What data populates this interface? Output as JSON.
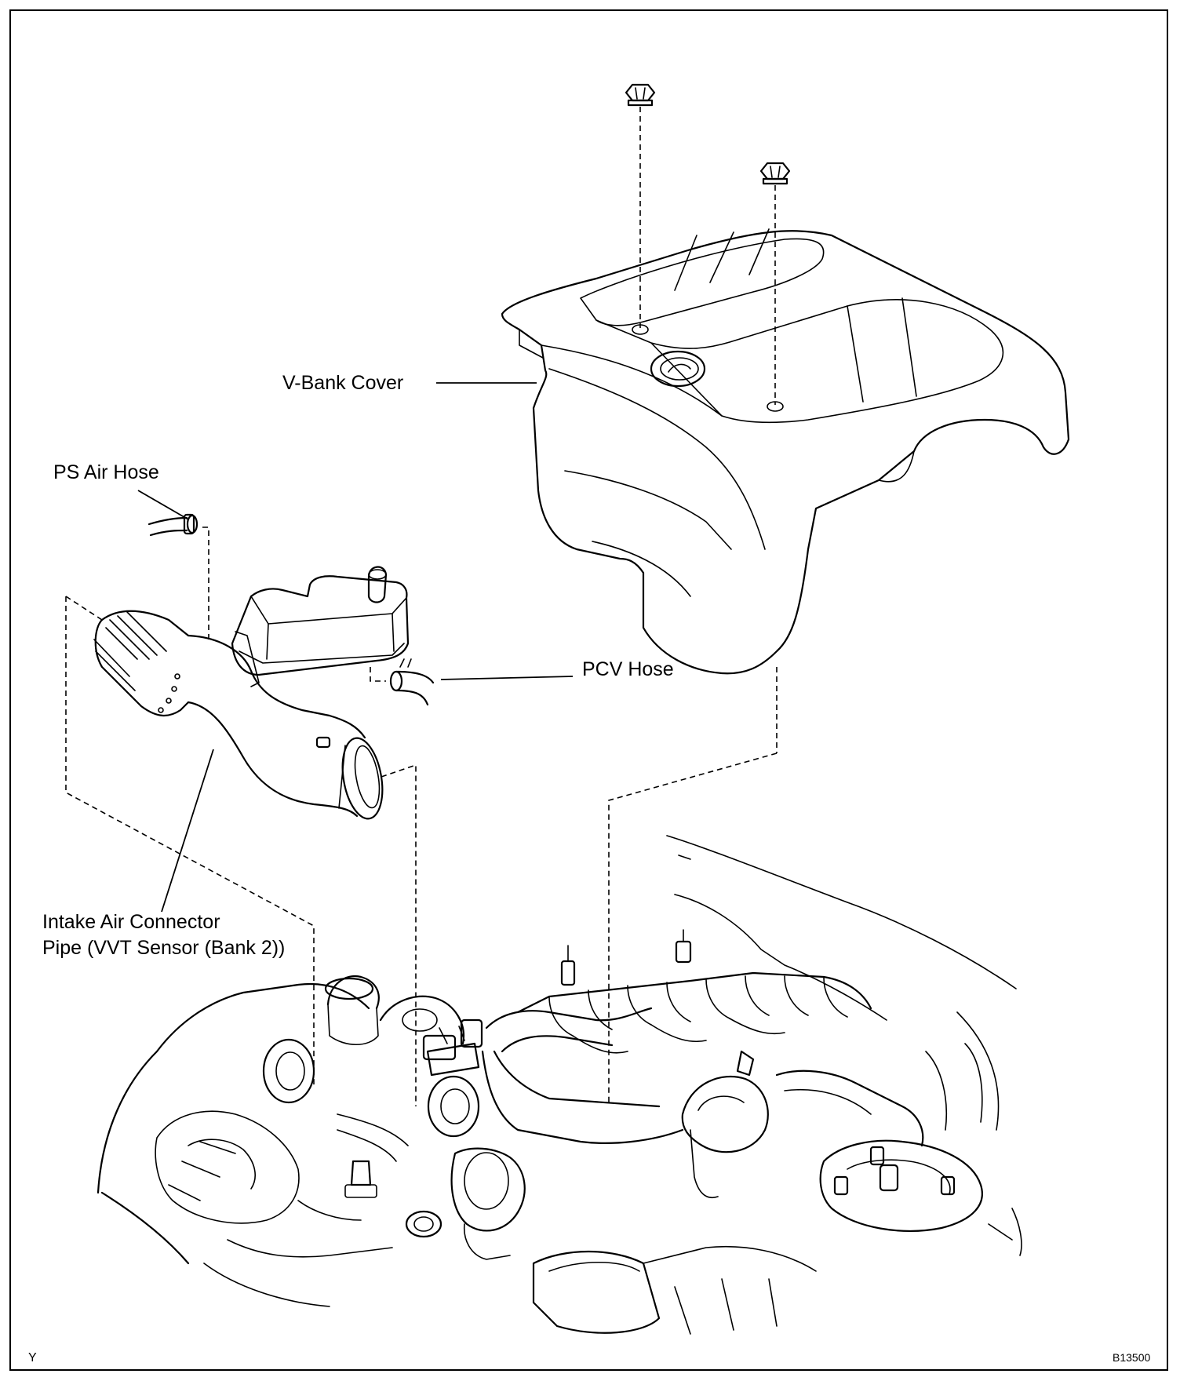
{
  "labels": {
    "v_bank_cover": "V-Bank Cover",
    "ps_air_hose": "PS Air Hose",
    "pcv_hose": "PCV Hose",
    "intake_line1": "Intake Air Connector",
    "intake_line2": "Pipe (VVT Sensor (Bank 2))"
  },
  "corner_marks": {
    "left": "Y",
    "right": "B13500"
  },
  "colors": {
    "ink": "#000000",
    "paper": "#ffffff"
  }
}
